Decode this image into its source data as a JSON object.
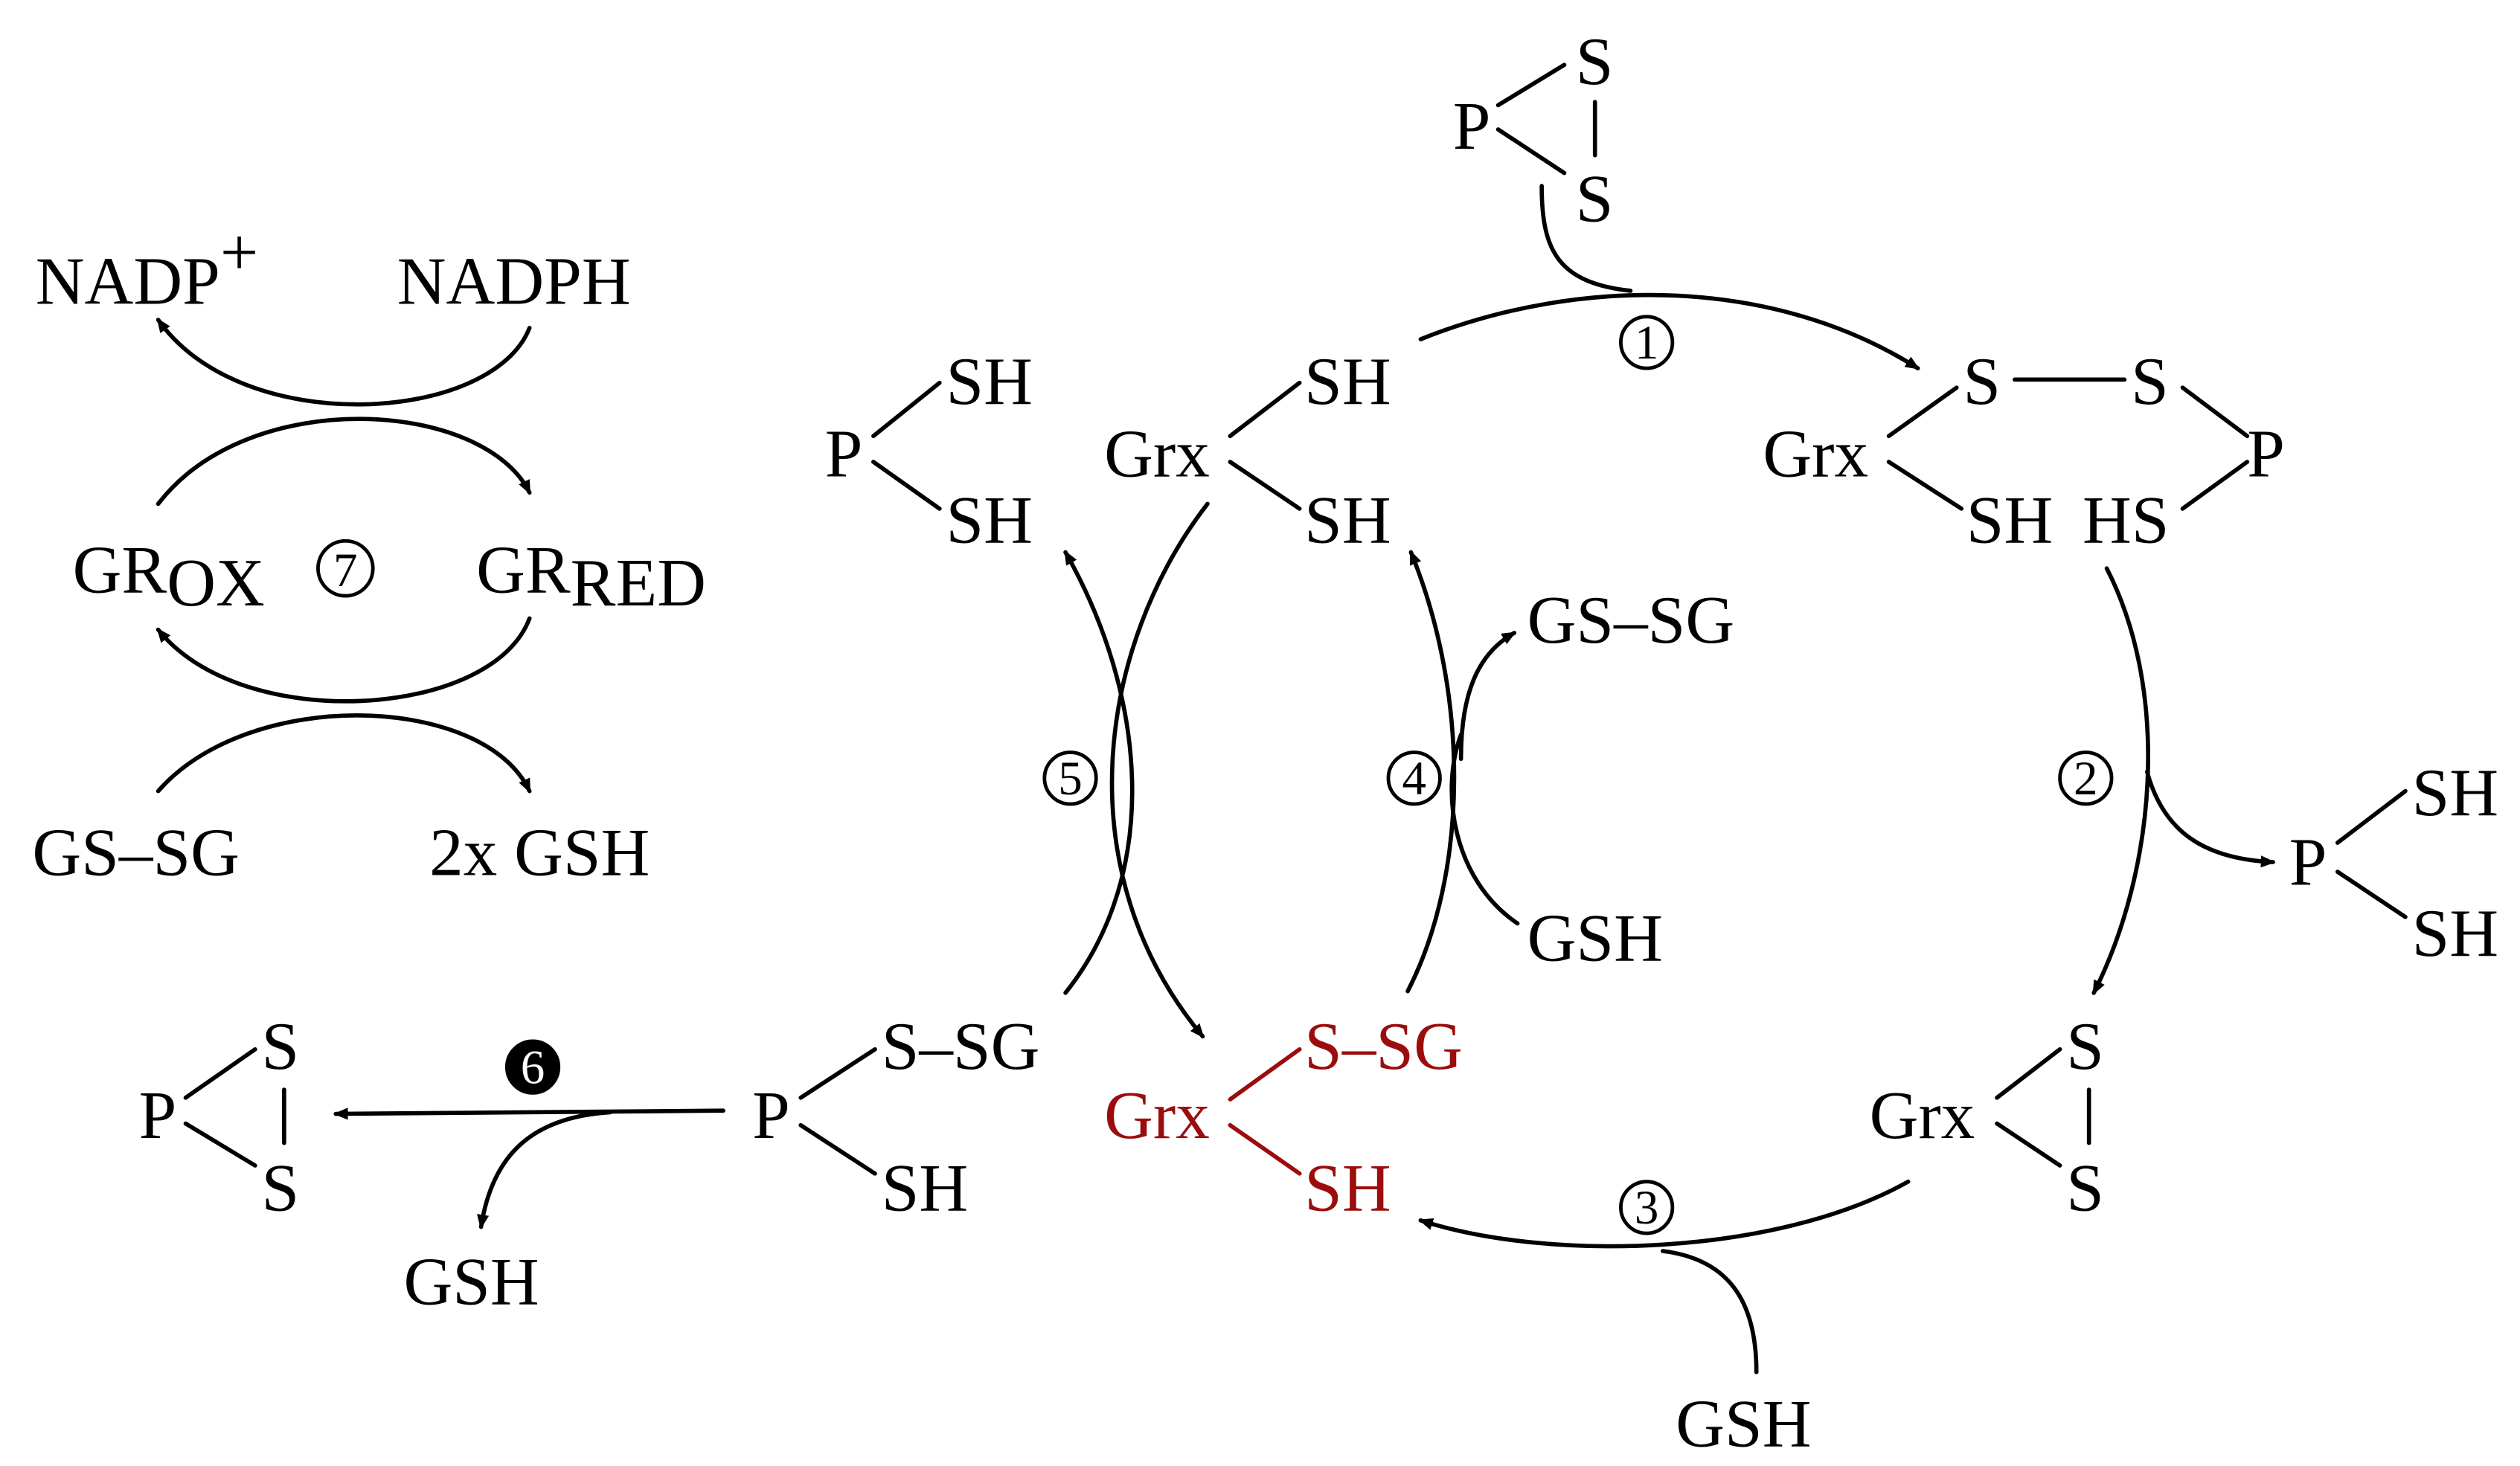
{
  "colors": {
    "background": "#ffffff",
    "default": "#000000",
    "highlight": "#9b0d0d"
  },
  "gr_cycle": {
    "nadp_plus": "NADP",
    "nadp_plus_charge": "+",
    "nadph": "NADPH",
    "gr": "GR",
    "ox": "OX",
    "red": "RED",
    "gssg": "GS–SG",
    "gsh_2x": "2x GSH",
    "step": "7"
  },
  "protein_disulfide_top": {
    "p": "P",
    "s1": "S",
    "s2": "S"
  },
  "grx_reduced": {
    "grx": "Grx",
    "sh1": "SH",
    "sh2": "SH"
  },
  "protein_reduced_left": {
    "p": "P",
    "sh1": "SH",
    "sh2": "SH"
  },
  "mixed_disulfide": {
    "grx": "Grx",
    "s": "S",
    "hs": "HS",
    "p": "P",
    "sh": "SH",
    "s2": "S"
  },
  "protein_reduced_right": {
    "p": "P",
    "sh1": "SH",
    "sh2": "SH"
  },
  "grx_disulfide": {
    "grx": "Grx",
    "s1": "S",
    "s2": "S"
  },
  "grx_glutathionylated": {
    "grx": "Grx",
    "ssg": "S–SG",
    "sh": "SH"
  },
  "protein_glutathionylated": {
    "p": "P",
    "ssg": "S–SG",
    "sh": "SH"
  },
  "protein_disulfide_left": {
    "p": "P",
    "s1": "S",
    "s2": "S"
  },
  "molecules": {
    "gssg_step4": "GS–SG",
    "gsh_step4": "GSH",
    "gsh_step3": "GSH",
    "gsh_step6": "GSH"
  },
  "steps": {
    "s1": "1",
    "s2": "2",
    "s3": "3",
    "s4": "4",
    "s5": "5",
    "s6": "6"
  }
}
